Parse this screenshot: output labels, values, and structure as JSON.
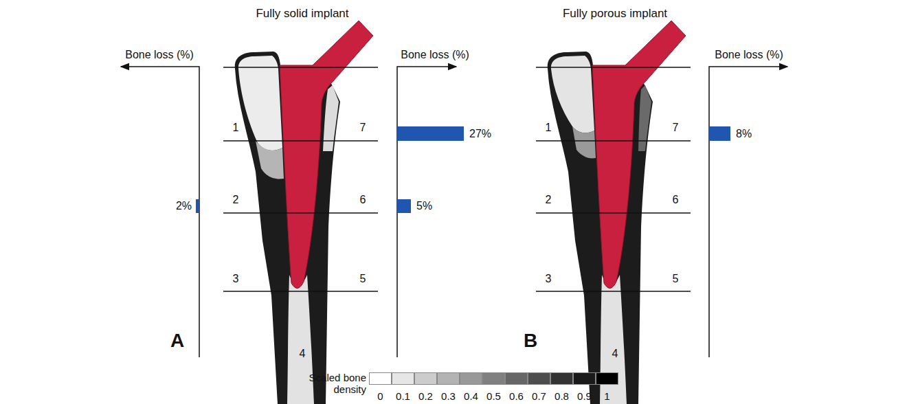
{
  "diagram": {
    "labels": [
      "Fully solid implant",
      "Bone loss (%)",
      "Bone loss (%)",
      "1",
      "7",
      "2",
      "6",
      "3",
      "5",
      "4",
      "27%",
      "5%",
      "2%",
      "A",
      "Fully porous implant",
      "Bone loss (%)",
      "1",
      "7",
      "2",
      "6",
      "3",
      "5",
      "4",
      "8%",
      "B",
      "Scaled bone density"
    ],
    "legend": [
      {
        "text": "0",
        "color": "#ffffff"
      },
      {
        "text": "0.1",
        "color": "#e6e6e6"
      },
      {
        "text": "0.2",
        "color": "#cccccc"
      },
      {
        "text": "0.3",
        "color": "#b3b3b3"
      },
      {
        "text": "0.4",
        "color": "#999999"
      },
      {
        "text": "0.5",
        "color": "#808080"
      },
      {
        "text": "0.6",
        "color": "#666666"
      },
      {
        "text": "0.7",
        "color": "#4d4d4d"
      },
      {
        "text": "0.8",
        "color": "#333333"
      },
      {
        "text": "0.9",
        "color": "#1a1a1a"
      },
      {
        "text": "1",
        "color": "#000000"
      }
    ]
  }
}
